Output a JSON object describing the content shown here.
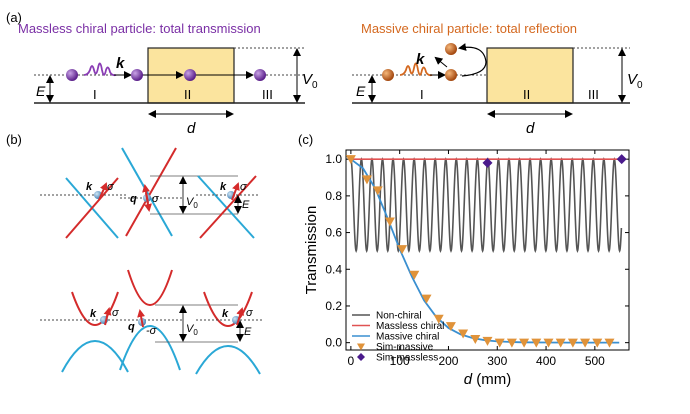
{
  "panel_a": {
    "label": "(a)",
    "left_title": "Massless chiral particle: total transmission",
    "right_title": "Massive chiral particle: total reflection",
    "colors": {
      "massless_title": "#7a2fa5",
      "massive_title": "#d4681f",
      "barrier_fill": "#fbe49e"
    },
    "region_I": "I",
    "region_II": "II",
    "region_III": "III",
    "energy_label": "E",
    "k_label": "k",
    "width_label": "d",
    "V0_main": "V",
    "V0_sub": "0"
  },
  "panel_b": {
    "label": "(b)",
    "k_label": "k",
    "q_label": "q",
    "sigma_label": "σ",
    "minus_sigma_label": "-σ",
    "V0_label": "V",
    "V0_sub": "0",
    "E_label": "E"
  },
  "panel_c": {
    "label": "(c)",
    "legend": [
      "Non-chiral",
      "Massless chiral",
      "Massive chiral",
      "Sim-massive",
      "Sim-massless"
    ]
  },
  "chart_data": {
    "type": "line",
    "xlabel_main": "d",
    "xlabel_unit": " (mm)",
    "ylabel": "Transmission",
    "xlim": [
      -10,
      570
    ],
    "ylim": [
      -0.04,
      1.05
    ],
    "xticks": [
      0,
      100,
      200,
      300,
      400,
      500
    ],
    "yticks": [
      "0.0",
      "0.2",
      "0.4",
      "0.6",
      "0.8",
      "1.0"
    ],
    "ytick_values": [
      0,
      0.2,
      0.4,
      0.6,
      0.8,
      1.0
    ],
    "series": [
      {
        "name": "Non-chiral",
        "color": "#555555",
        "kind": "oscillation",
        "min": 0.5,
        "max": 1.0,
        "period": 21.6,
        "x_end": 555
      },
      {
        "name": "Massless chiral",
        "color": "#e05252",
        "kind": "constant",
        "value": 1.0,
        "x_end": 555
      },
      {
        "name": "Massive chiral",
        "color": "#3a8fd0",
        "kind": "curve",
        "x": [
          0,
          25,
          50,
          75,
          100,
          125,
          150,
          175,
          200,
          225,
          250,
          275,
          300,
          325,
          350,
          400,
          450,
          500,
          550
        ],
        "y": [
          1.0,
          0.95,
          0.84,
          0.68,
          0.51,
          0.36,
          0.23,
          0.14,
          0.08,
          0.045,
          0.025,
          0.013,
          0.007,
          0.004,
          0.002,
          0.001,
          0.0,
          0.0,
          0.0
        ]
      },
      {
        "name": "Sim-massive",
        "color": "#e0933a",
        "kind": "markers",
        "marker": "triangle-down",
        "x": [
          0,
          33,
          55,
          80,
          105,
          130,
          155,
          180,
          205,
          230,
          255,
          280,
          305,
          330,
          355,
          380,
          405,
          430,
          455,
          480,
          505,
          530
        ],
        "y": [
          1.0,
          0.89,
          0.83,
          0.66,
          0.51,
          0.37,
          0.24,
          0.13,
          0.09,
          0.05,
          0.02,
          0.01,
          0.0,
          0.0,
          0.0,
          0.0,
          0.0,
          0.0,
          0.0,
          0.0,
          0.0,
          0.0
        ]
      },
      {
        "name": "Sim-massless",
        "color": "#4a1a8c",
        "kind": "markers",
        "marker": "diamond",
        "x": [
          280,
          555
        ],
        "y": [
          0.98,
          1.0
        ]
      }
    ]
  }
}
